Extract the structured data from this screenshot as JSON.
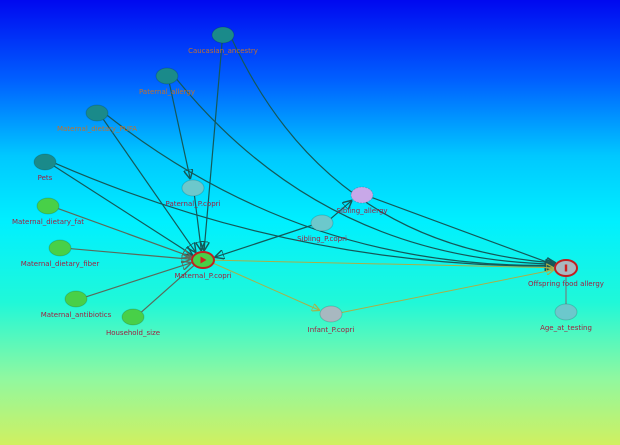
{
  "diagram": {
    "nodes": {
      "caucasian": {
        "label": "Caucasian_ancestry",
        "kind": "ancestor"
      },
      "paternal_allergy": {
        "label": "Paternal_allergy",
        "kind": "ancestor"
      },
      "pufa": {
        "label": "Maternal_dietary_PUFA",
        "kind": "ancestor"
      },
      "pets": {
        "label": "Pets",
        "kind": "ancestor"
      },
      "paternal_pcopri": {
        "label": "Paternal_P.copri",
        "kind": "other"
      },
      "sibling_allergy": {
        "label": "Sibling_allergy",
        "kind": "adjusted"
      },
      "sibling_pcopri": {
        "label": "Sibling_P.copri",
        "kind": "other"
      },
      "fat": {
        "label": "Maternal_dietary_fat",
        "kind": "exposure-ancestor"
      },
      "fiber": {
        "label": "Maternal_dietary_fiber",
        "kind": "exposure-ancestor"
      },
      "maternal_pcopri": {
        "label": "Maternal_P.copri",
        "kind": "exposure"
      },
      "antibiotics": {
        "label": "Maternal_antibiotics",
        "kind": "exposure-ancestor"
      },
      "household": {
        "label": "Household_size",
        "kind": "exposure-ancestor"
      },
      "infant_pcopri": {
        "label": "Infant_P.copri",
        "kind": "mediator"
      },
      "offspring": {
        "label": "Offspring food allergy",
        "kind": "outcome"
      },
      "age": {
        "label": "Age_at_testing",
        "kind": "other"
      }
    },
    "edges": [
      [
        "caucasian",
        "maternal_pcopri",
        "confound"
      ],
      [
        "caucasian",
        "offspring",
        "confound"
      ],
      [
        "paternal_allergy",
        "paternal_pcopri",
        "confound"
      ],
      [
        "paternal_allergy",
        "offspring",
        "confound"
      ],
      [
        "pufa",
        "maternal_pcopri",
        "confound"
      ],
      [
        "pufa",
        "offspring",
        "confound"
      ],
      [
        "pets",
        "maternal_pcopri",
        "confound"
      ],
      [
        "pets",
        "offspring",
        "confound"
      ],
      [
        "paternal_pcopri",
        "maternal_pcopri",
        "confound"
      ],
      [
        "sibling_pcopri",
        "maternal_pcopri",
        "confound"
      ],
      [
        "sibling_pcopri",
        "sibling_allergy",
        "confound"
      ],
      [
        "sibling_allergy",
        "offspring",
        "confound"
      ],
      [
        "fat",
        "maternal_pcopri",
        "exposure"
      ],
      [
        "fiber",
        "maternal_pcopri",
        "exposure"
      ],
      [
        "antibiotics",
        "maternal_pcopri",
        "exposure"
      ],
      [
        "household",
        "maternal_pcopri",
        "exposure"
      ],
      [
        "maternal_pcopri",
        "offspring",
        "causal"
      ],
      [
        "maternal_pcopri",
        "infant_pcopri",
        "causal"
      ],
      [
        "infant_pcopri",
        "offspring",
        "causal"
      ],
      [
        "age",
        "offspring",
        "plain"
      ]
    ],
    "colors": {
      "ancestor": "#1a8a8a",
      "other": "#6cc8cc",
      "adjusted": "#c8a8e8",
      "exposure-ancestor": "#48d048",
      "exposure": "#48d048",
      "mediator": "#a8b8c0",
      "outcome": "#a8b8c0",
      "confound": "#145858",
      "causal": "#a8b048",
      "exposure_edge": "#5a6a5a",
      "label": "#a02040",
      "ancestor_label": "#c07030"
    }
  }
}
